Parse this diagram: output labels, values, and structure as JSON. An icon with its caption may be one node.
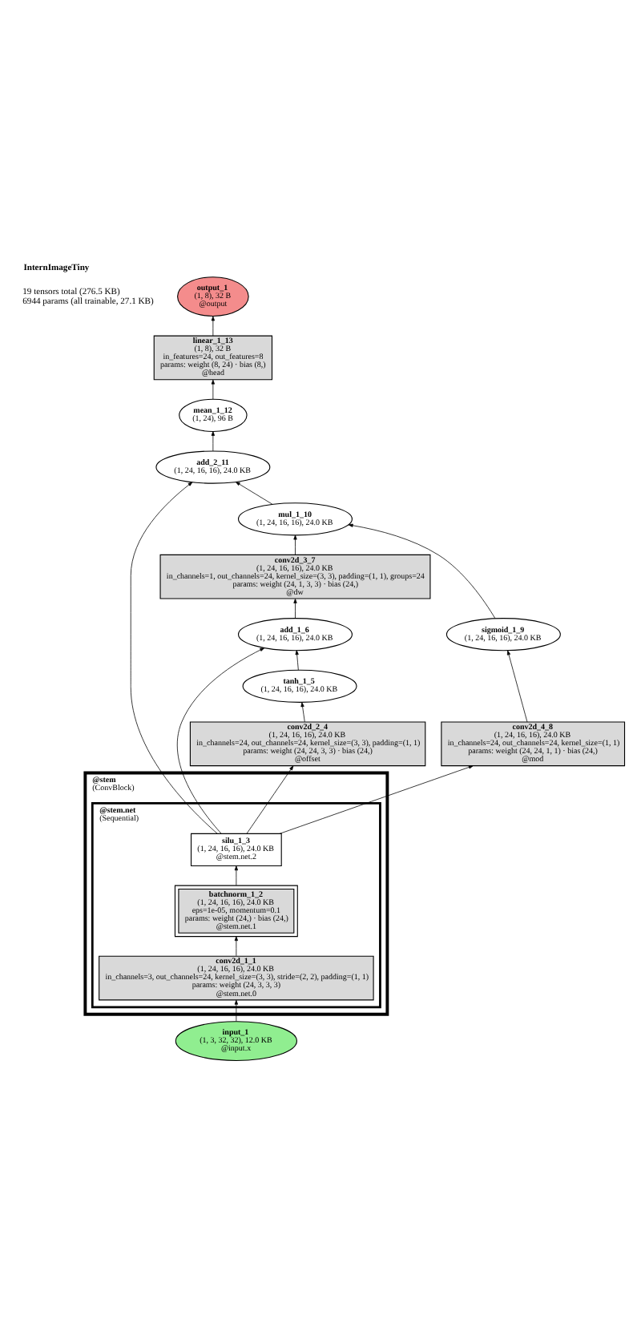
{
  "diagram": {
    "title": "InternImageTiny",
    "nodes": [
      {
        "text": [
          "output_1",
          "(1, 8), 32 B",
          "@output"
        ]
      },
      {
        "text": [
          "linear_1_13",
          "(1, 8), 32 B",
          "in_features=24, out_features=8",
          "params: weight (8, 24) · bias (8,)",
          "@head"
        ]
      },
      {
        "text": [
          "mean_1_12",
          "(1, 24), 96 B"
        ]
      },
      {
        "text": [
          "add_2_11",
          "(1, 24, 16, 16), 24.0 KB"
        ]
      },
      {
        "text": [
          "mul_1_10",
          "(1, 24, 16, 16), 24.0 KB"
        ]
      },
      {
        "text": [
          "conv2d_3_7",
          "(1, 24, 16, 16), 24.0 KB",
          "in_channels=1, out_channels=24, kernel_size=(3, 3), padding=(1, 1), groups=24",
          "params: weight (24, 1, 3, 3) · bias (24,)",
          "@dw"
        ]
      },
      {
        "text": [
          "add_1_6",
          "(1, 24, 16, 16), 24.0 KB"
        ]
      },
      {
        "text": [
          "tanh_1_5",
          "(1, 24, 16, 16), 24.0 KB"
        ]
      },
      {
        "text": [
          "sigmoid_1_9",
          "(1, 24, 16, 16), 24.0 KB"
        ]
      },
      {
        "text": [
          "conv2d_2_4",
          "(1, 24, 16, 16), 24.0 KB",
          "in_channels=24, out_channels=24, kernel_size=(3, 3), padding=(1, 1)",
          "params: weight (24, 24, 3, 3) · bias (24,)",
          "@offset"
        ]
      },
      {
        "text": [
          "conv2d_4_8",
          "(1, 24, 16, 16), 24.0 KB",
          "in_channels=24, out_channels=24, kernel_size=(1, 1)",
          "params: weight (24, 24, 1, 1) · bias (24,)",
          "@mod"
        ]
      },
      {
        "text": [
          "@stem",
          "(ConvBlock)"
        ]
      },
      {
        "text": [
          "@stem.net",
          "(Sequential)"
        ],
        "in": 11
      },
      {
        "text": [
          "silu_1_3",
          "(1, 24, 16, 16), 24.0 KB",
          "@stem.net.2"
        ],
        "in": 12
      },
      {
        "text": [
          "batchnorm_1_2",
          "(1, 24, 16, 16), 24.0 KB",
          "eps=1e-05, momentum=0.1",
          "params: weight (24,) · bias (24,)",
          "@stem.net.1"
        ],
        "in": 12
      },
      {
        "text": [
          "conv2d_1_1",
          "(1, 24, 16, 16), 24.0 KB",
          "in_channels=3, out_channels=24, kernel_size=(3, 3), stride=(2, 2), padding=(1, 1)",
          "params: weight (24, 3, 3, 3)",
          "@stem.net.0"
        ],
        "in": 12
      },
      {
        "text": [
          "input_1",
          "(1, 3, 32, 32), 12.0 KB",
          "@input.x"
        ]
      }
    ],
    "edges": [
      {
        "from": 16,
        "to": 15,
        "arrow": "to"
      },
      {
        "from": 15,
        "to": 14,
        "arrow": "to"
      },
      {
        "from": 14,
        "to": 13,
        "arrow": "to"
      },
      {
        "from": 13,
        "to": 6,
        "arrow": "to"
      },
      {
        "from": 13,
        "to": 9,
        "arrow": "to"
      },
      {
        "from": 13,
        "to": 10,
        "arrow": "to"
      },
      {
        "from": 13,
        "to": 3,
        "arrow": "to"
      },
      {
        "from": 9,
        "to": 7,
        "arrow": "to"
      },
      {
        "from": 7,
        "to": 6,
        "arrow": "to"
      },
      {
        "from": 6,
        "to": 5,
        "arrow": "to"
      },
      {
        "from": 10,
        "to": 8,
        "arrow": "to"
      },
      {
        "from": 5,
        "to": 4,
        "arrow": "to"
      },
      {
        "from": 8,
        "to": 4,
        "arrow": "to"
      },
      {
        "from": 4,
        "to": 3,
        "arrow": "to"
      },
      {
        "from": 3,
        "to": 2,
        "arrow": "to"
      },
      {
        "from": 2,
        "to": 1,
        "arrow": "to"
      },
      {
        "from": 1,
        "to": 0,
        "arrow": "to"
      }
    ],
    "labels": [
      "19 tensors total (276.5 KB)",
      "6944 params (all trainable, 27.1 KB)"
    ]
  }
}
